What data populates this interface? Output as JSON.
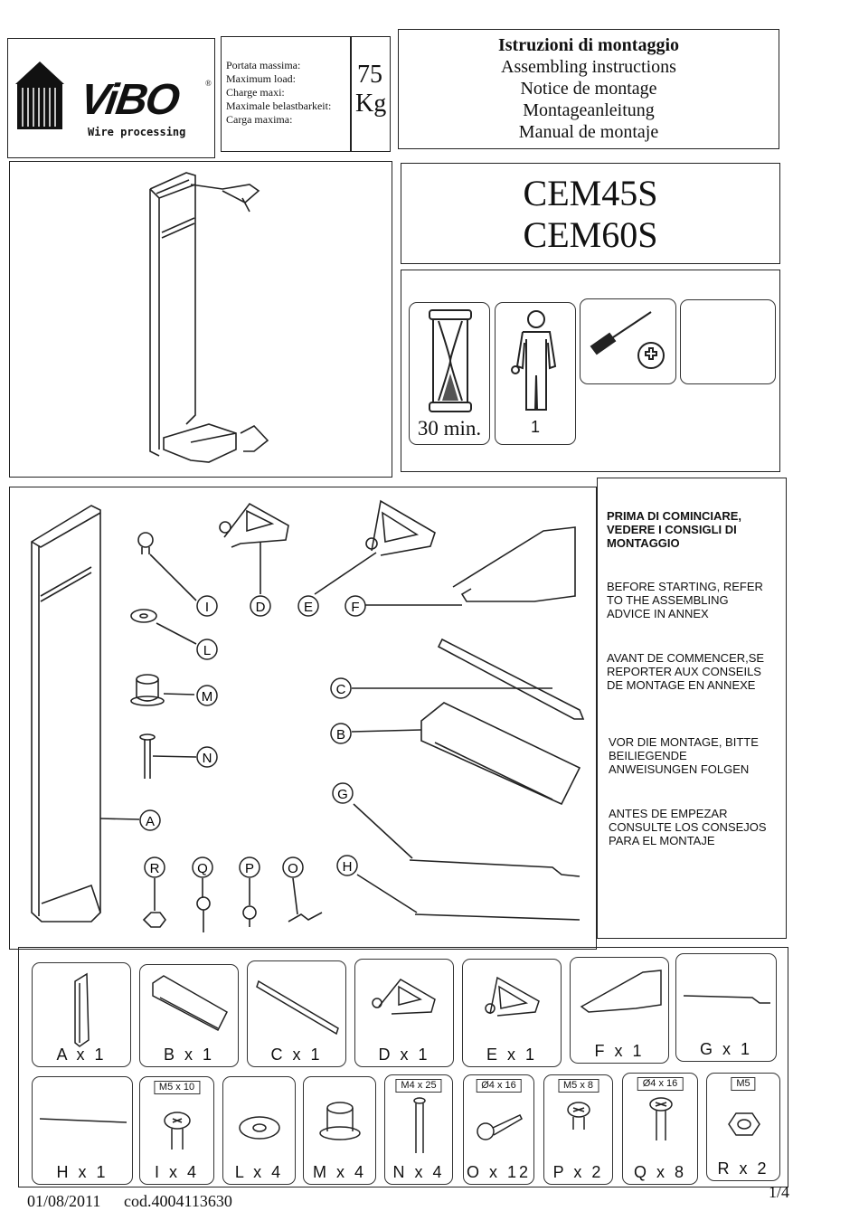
{
  "brand": {
    "name": "ViBO",
    "tagline": "Wire processing"
  },
  "load": {
    "labels": [
      "Portata massima:",
      "Maximum load:",
      "Charge maxi:",
      "Maximale belastbarkeit:",
      "Carga maxima:"
    ],
    "value": "75",
    "unit": "Kg"
  },
  "instructions_title": [
    "Istruzioni di montaggio",
    "Assembling instructions",
    "Notice de montage",
    "Montageanleitung",
    "Manual de montaje"
  ],
  "models": [
    "CEM45S",
    "CEM60S"
  ],
  "requirements": {
    "time": "30 min.",
    "persons": "1"
  },
  "advice": [
    [
      "PRIMA DI COMINCIARE,",
      "VEDERE I CONSIGLI DI",
      "MONTAGGIO"
    ],
    [
      "BEFORE STARTING, REFER",
      "TO THE ASSEMBLING",
      "ADVICE IN ANNEX"
    ],
    [
      "AVANT DE COMMENCER,SE",
      "REPORTER AUX CONSEILS",
      "DE MONTAGE EN ANNEXE"
    ],
    [
      "VOR DIE MONTAGE, BITTE",
      "BEILIEGENDE",
      "ANWEISUNGEN FOLGEN"
    ],
    [
      "ANTES DE EMPEZAR",
      "CONSULTE LOS CONSEJOS",
      "PARA EL MONTAJE"
    ]
  ],
  "callouts": {
    "A": "A",
    "B": "B",
    "C": "C",
    "D": "D",
    "E": "E",
    "F": "F",
    "G": "G",
    "H": "H",
    "I": "I",
    "L": "L",
    "M": "M",
    "N": "N",
    "O": "O",
    "P": "P",
    "Q": "Q",
    "R": "R"
  },
  "parts_row1": [
    "A x 1",
    "B x 1",
    "C x 1",
    "D x 1",
    "E x 1",
    "F x 1",
    "G x 1"
  ],
  "parts_row2": [
    "H x 1",
    "I x 4",
    "L x 4",
    "M x 4",
    "N x 4",
    "O x 12",
    "P x 2",
    "Q x 8",
    "R x 2"
  ],
  "hardware_sizes": {
    "I": "M5 x 10",
    "N": "M4 x 25",
    "O": "Ø4 x 16",
    "P": "M5 x 8",
    "Q": "Ø4 x 16",
    "R": "M5"
  },
  "footer": {
    "date": "01/08/2011",
    "code": "cod.4004113630",
    "page": "1/4"
  }
}
